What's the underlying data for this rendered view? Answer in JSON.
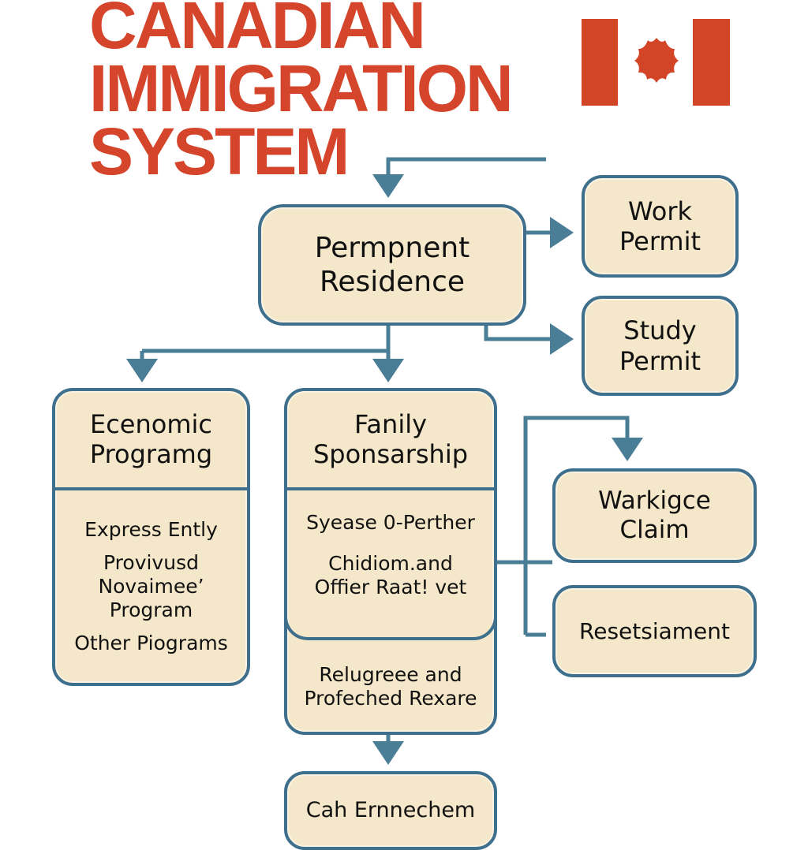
{
  "title": {
    "line1": "CANADIAN",
    "line2": "IMMIGRATION",
    "line3": "SYSTEM"
  },
  "colors": {
    "title_red": "#d4452b",
    "box_fill": "#f5e7c9",
    "box_border": "#3e6f8c",
    "arrow": "#4a7d96"
  },
  "flag": {
    "icon": "canada-flag-icon"
  },
  "nodes": {
    "permanent_residence": {
      "line1": "Permpnent",
      "line2": "Residence"
    },
    "work_permit": {
      "line1": "Work",
      "line2": "Permit"
    },
    "study_permit": {
      "line1": "Study",
      "line2": "Permit"
    },
    "economic": {
      "title1": "Ecenomic",
      "title2": "Programg",
      "items": [
        "Express Ently",
        "Provivusd",
        "Novaimee’",
        "Program",
        "Other Piograms"
      ]
    },
    "family": {
      "title1": "Fanily",
      "title2": "Sponsarship",
      "item1": "Syease 0-Perther",
      "item2a": "Chidiom.and",
      "item2b": "Offier Raat! vet",
      "lower1": "Relugreee and",
      "lower2": "Profeched Rexare"
    },
    "refugee_claim": {
      "line1": "Warkigce",
      "line2": "Claim"
    },
    "resettlement": {
      "line1": "Resetsiament"
    },
    "bottom": {
      "line1": "Cah Ernnechem"
    }
  }
}
